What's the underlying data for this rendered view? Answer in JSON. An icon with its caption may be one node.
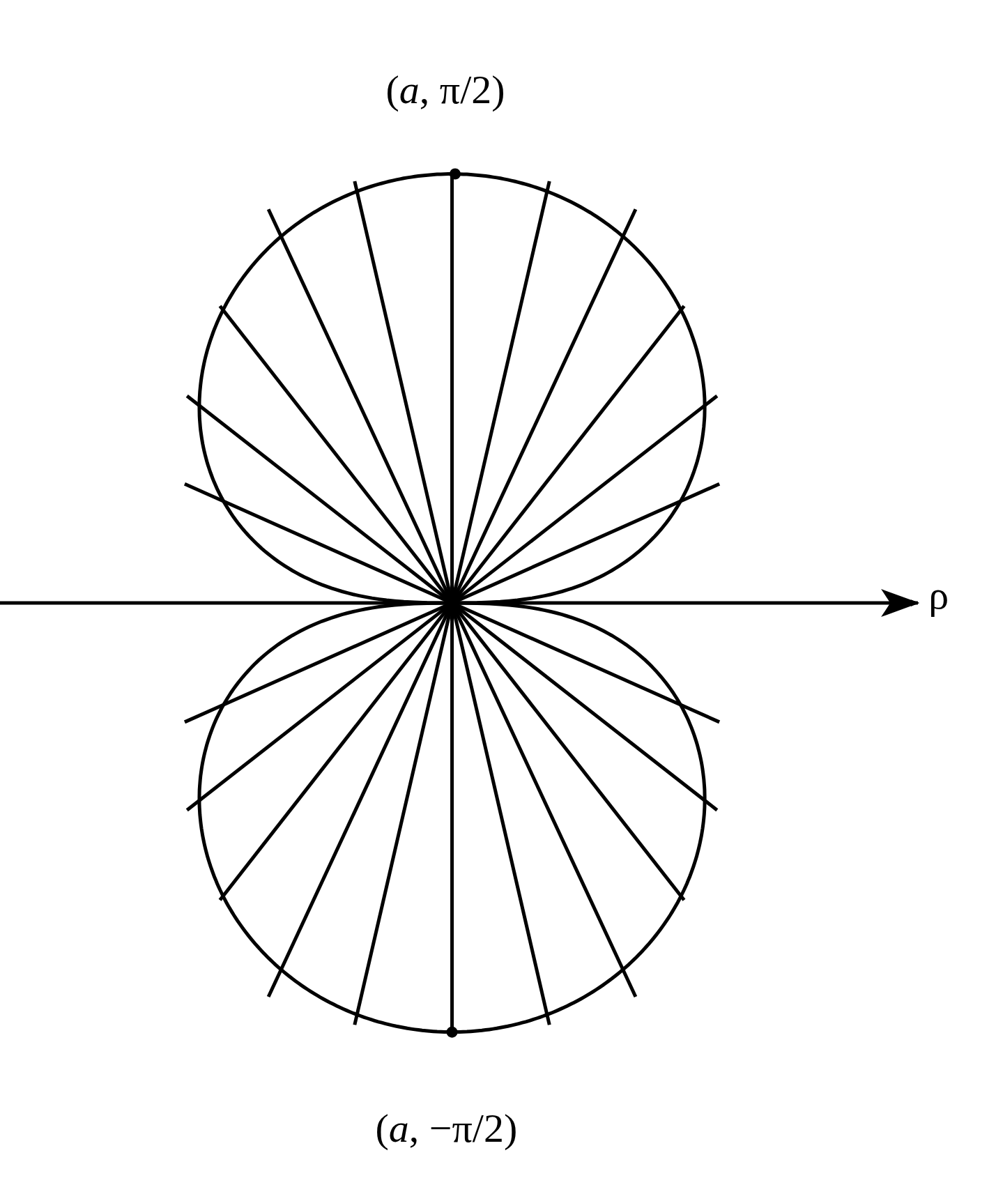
{
  "diagram": {
    "labels": [
      "(*a*, π/2)",
      "ρ",
      "(*a*, −π/2)"
    ]
  }
}
